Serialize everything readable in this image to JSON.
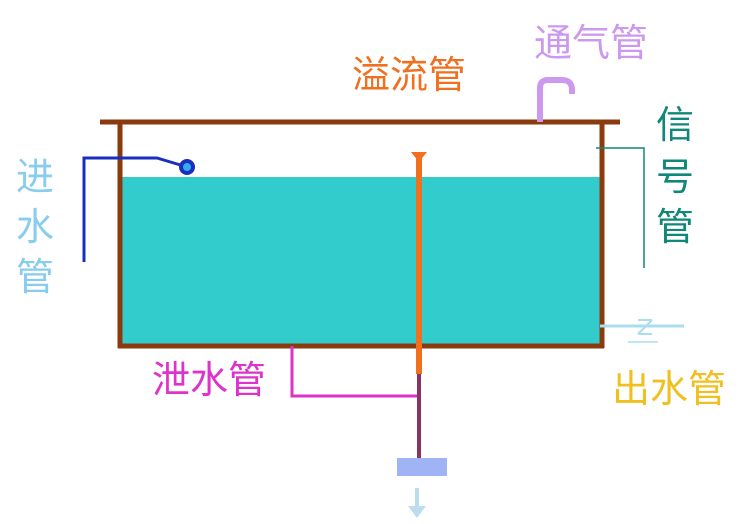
{
  "labels": {
    "overflow_pipe": "溢流管",
    "vent_pipe": "通气管",
    "inlet_pipe": [
      "进",
      "水",
      "管"
    ],
    "signal_pipe": [
      "信",
      "号",
      "管"
    ],
    "drain_pipe": "泄水管",
    "outlet_pipe": "出水管"
  },
  "colors": {
    "tank_wall": "#8b3a0e",
    "water": "#33cccc",
    "overflow": "#f07020",
    "vent": "#cc99ee",
    "inlet": "#1a2fbf",
    "inlet_label": "#88ccee",
    "signal": "#118877",
    "drain": "#dd33cc",
    "outlet": "#aaddee",
    "outlet_label": "#f0c020",
    "downpipe": "#883366",
    "sump": "#a0b4f5",
    "arrow": "#bbddee"
  }
}
